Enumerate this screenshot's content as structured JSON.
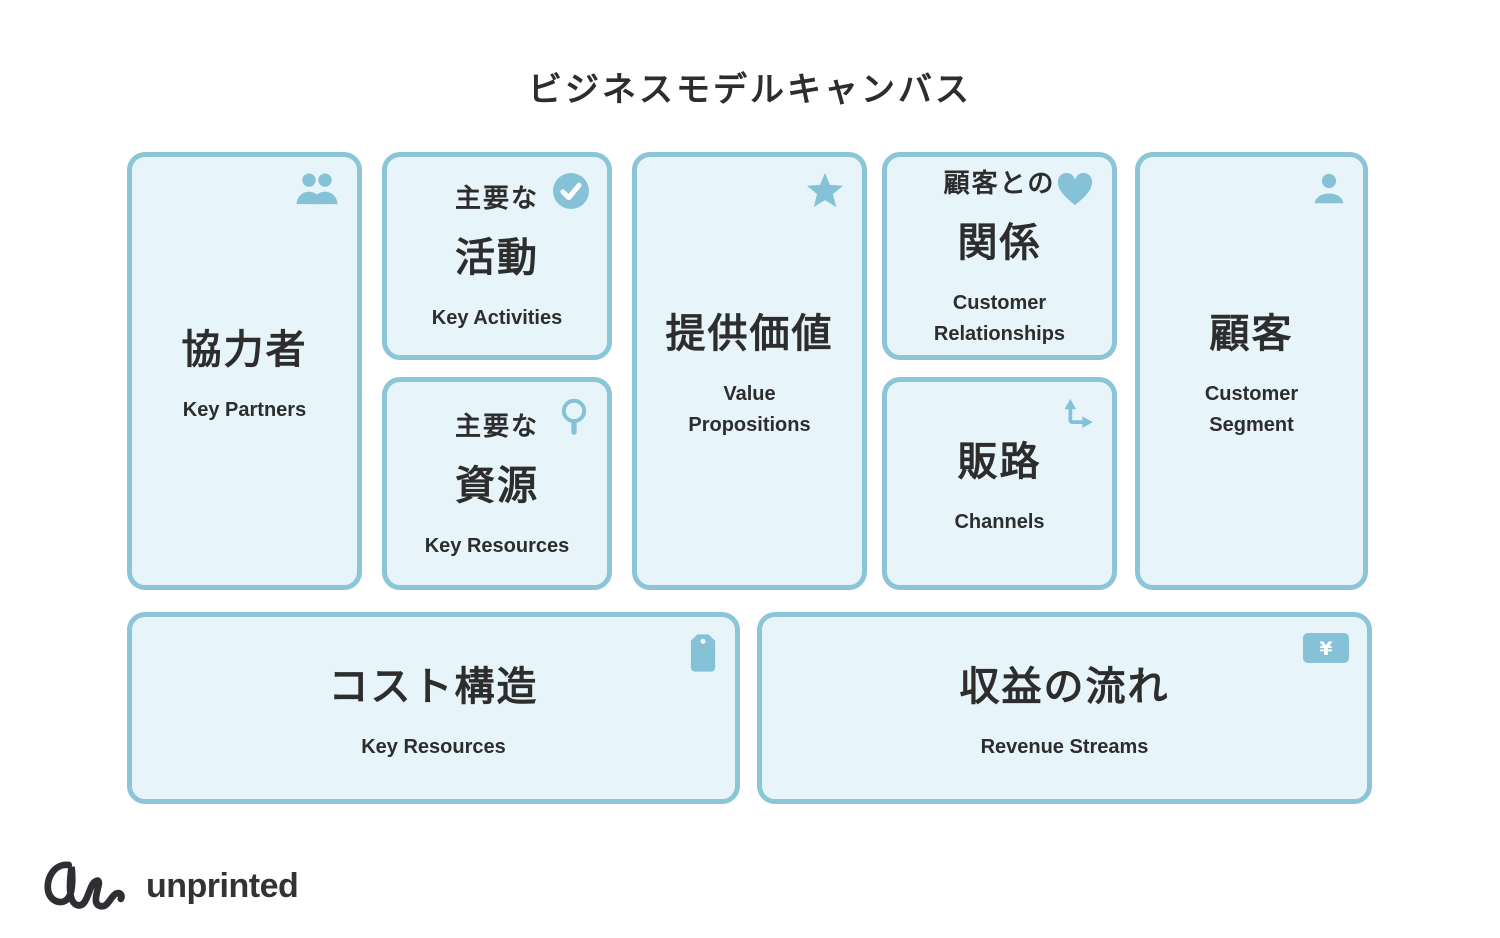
{
  "title": "ビジネスモデルキャンバス",
  "boxes": {
    "key_partners": {
      "jp": "協力者",
      "en": "Key Partners",
      "icon_name": "people-icon"
    },
    "key_activities": {
      "jp_prefix": "主要な",
      "jp": "活動",
      "en": "Key Activities",
      "icon_name": "check-circle-icon"
    },
    "key_resources": {
      "jp_prefix": "主要な",
      "jp": "資源",
      "en": "Key Resources",
      "icon_name": "magnifier-icon"
    },
    "value_propositions": {
      "jp": "提供価値",
      "en": "Value Propositions",
      "icon_name": "star-icon"
    },
    "customer_relationships": {
      "jp_prefix": "顧客との",
      "jp": "関係",
      "en": "Customer Relationships",
      "icon_name": "heart-icon"
    },
    "channels": {
      "jp": "販路",
      "en": "Channels",
      "icon_name": "branch-arrow-icon"
    },
    "customer_segment": {
      "jp": "顧客",
      "en": "Customer Segment",
      "icon_name": "person-icon"
    },
    "cost_structure": {
      "jp": "コスト構造",
      "en": "Key Resources",
      "icon_name": "price-tag-icon"
    },
    "revenue_streams": {
      "jp": "収益の流れ",
      "en": "Revenue Streams",
      "icon_name": "banknote-yen-icon",
      "currency_symbol": "¥"
    }
  },
  "footer": {
    "brand": "unprinted"
  },
  "colors": {
    "box_fill": "#e7f5fa",
    "box_border": "#8cc5d8",
    "icon": "#85c2d7",
    "text_dark": "#2d2d2d",
    "background": "#ffffff"
  }
}
